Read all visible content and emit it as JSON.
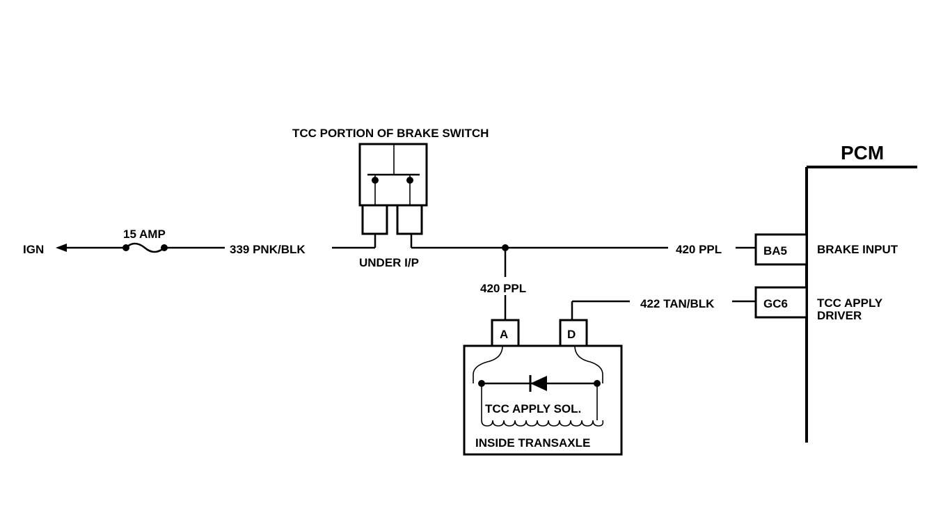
{
  "diagram": {
    "brake_switch_label": "TCC PORTION OF BRAKE SWITCH",
    "pcm_label": "PCM",
    "ign_label": "IGN",
    "fuse_label": "15 AMP",
    "wire_339": "339 PNK/BLK",
    "under_ip": "UNDER I/P",
    "wire_420_upper": "420 PPL",
    "wire_420_lower": "420 PPL",
    "wire_422": "422 TAN/BLK",
    "connector_ba5": "BA5",
    "connector_gc6": "GC6",
    "brake_input": "BRAKE INPUT",
    "tcc_apply_line1": "TCC APPLY",
    "tcc_apply_line2": "DRIVER",
    "pin_a": "A",
    "pin_d": "D",
    "solenoid_label": "TCC APPLY SOL.",
    "transaxle_label": "INSIDE TRANSAXLE"
  }
}
